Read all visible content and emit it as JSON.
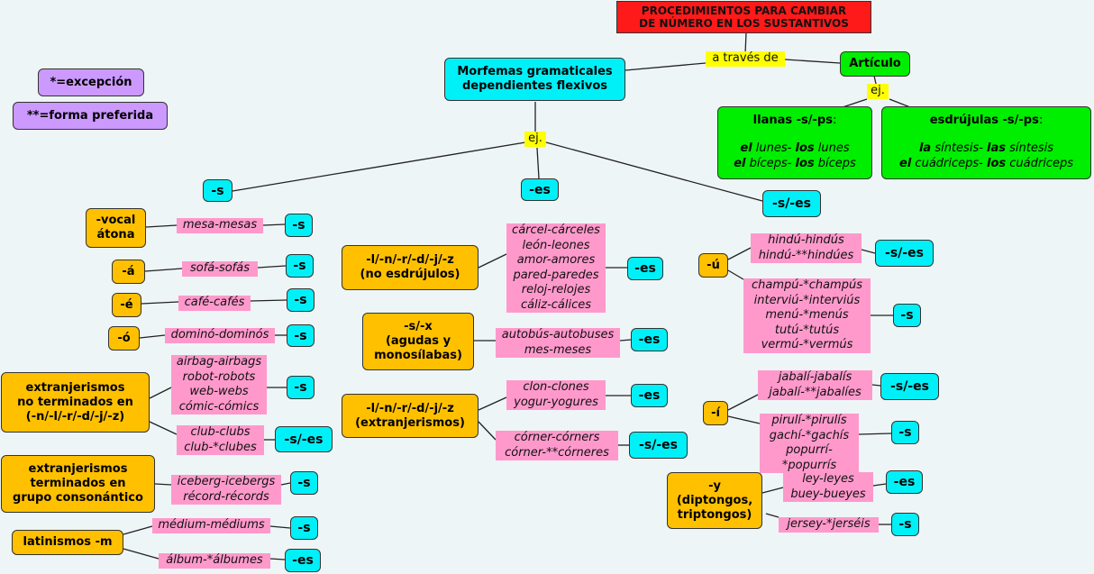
{
  "title": {
    "line1": "PROCEDIMIENTOS PARA CAMBIAR",
    "line2": "DE NÚMERO EN LOS SUSTANTIVOS"
  },
  "legend": {
    "exception": "*=excepción",
    "preferred": "**=forma preferida"
  },
  "morphemes": {
    "line1": "Morfemas gramaticales",
    "line2": "dependientes flexivos"
  },
  "via": "a través de",
  "article": "Artículo",
  "eg": "ej.",
  "llanas": {
    "heading": "llanas -s/-ps",
    "colon": ":",
    "r1a": "el",
    "r1b": " lunes- ",
    "r1c": "los",
    "r1d": " lunes",
    "r2a": "el",
    "r2b": " bíceps- ",
    "r2c": "los",
    "r2d": " bíceps"
  },
  "esdrujulas": {
    "heading": "esdrújulas -s/-ps",
    "colon": ":",
    "r1a": "la",
    "r1b": " síntesis- ",
    "r1c": "las",
    "r1d": " síntesis",
    "r2a": "el",
    "r2b": " cuádriceps- ",
    "r2c": "los",
    "r2d": " cuádriceps"
  },
  "branches": {
    "s": "-s",
    "es": "-es",
    "ses": "-s/-es"
  },
  "col1": {
    "vocal": {
      "line1": "-vocal",
      "line2": "átona",
      "example": "mesa-mesas",
      "suffix": "-s"
    },
    "a": {
      "label": "-á",
      "example": "sofá-sofás",
      "suffix": "-s"
    },
    "e": {
      "label": "-é",
      "example": "café-cafés",
      "suffix": "-s"
    },
    "o": {
      "label": "-ó",
      "example": "dominó-dominós",
      "suffix": "-s"
    },
    "extranj": {
      "line1": "extranjerismos",
      "line2": "no terminados en",
      "line3": "(-n/-l/-r/-d/-j/-z)",
      "ex1": [
        "airbag-airbags",
        "robot-robots",
        "web-webs",
        "cómic-cómics"
      ],
      "suffix1": "-s",
      "ex2": [
        "club-clubs",
        "club-*clubes"
      ],
      "suffix2": "-s/-es"
    },
    "grupo": {
      "line1": "extranjerismos",
      "line2": "terminados en",
      "line3": "grupo consonántico",
      "ex": [
        "iceberg-icebergs",
        "récord-récords"
      ],
      "suffix": "-s"
    },
    "latin": {
      "label": "latinismos -m",
      "ex1": "médium-médiums",
      "suffix1": "-s",
      "ex2": "álbum-*álbumes",
      "suffix2": "-es"
    }
  },
  "col2": {
    "lnr": {
      "line1": "-l/-n/-r/-d/-j/-z",
      "line2": "(no esdrújulos)",
      "ex": [
        "cárcel-cárceles",
        "león-leones",
        "amor-amores",
        "pared-paredes",
        "reloj-relojes",
        "cáliz-cálices"
      ],
      "suffix": "-es"
    },
    "sx": {
      "line1": "-s/-x",
      "line2": "(agudas y",
      "line3": "monosílabas)",
      "ex": [
        "autobús-autobuses",
        "mes-meses"
      ],
      "suffix": "-es"
    },
    "ext": {
      "line1": "-l/-n/-r/-d/-j/-z",
      "line2": "(extranjerismos)",
      "ex1": [
        "clon-clones",
        "yogur-yogures"
      ],
      "suffix1": "-es",
      "ex2": [
        "córner-córners",
        "córner-**córneres"
      ],
      "suffix2": "-s/-es"
    }
  },
  "col3": {
    "u": {
      "label": "-ú",
      "ex1": [
        "hindú-hindús",
        "hindú-**hindúes"
      ],
      "suffix1": "-s/-es",
      "ex2": [
        "champú-*champús",
        "interviú-*interviús",
        "menú-*menús",
        "tutú-*tutús",
        "vermú-*vermús"
      ],
      "suffix2": "-s"
    },
    "i": {
      "label": "-í",
      "ex1": [
        "jabalí-jabalís",
        "jabalí-**jabalíes"
      ],
      "suffix1": "-s/-es",
      "ex2": [
        "pirulí-*pirulís",
        "gachí-*gachís",
        "popurrí-*popurrís"
      ],
      "suffix2": "-s"
    },
    "y": {
      "line1": "-y",
      "line2": "(diptongos,",
      "line3": "triptongos)",
      "ex1": [
        "ley-leyes",
        "buey-bueyes"
      ],
      "suffix1": "-es",
      "ex2": "jersey-*jerséis",
      "suffix2": "-s"
    }
  },
  "colors": {
    "title": "#ff1a1a",
    "cyan": "#00f0f8",
    "orange": "#ffc000",
    "green": "#00ee00",
    "purple": "#cc99ff",
    "pink": "#ff99cc",
    "yellow": "#ffff00"
  }
}
